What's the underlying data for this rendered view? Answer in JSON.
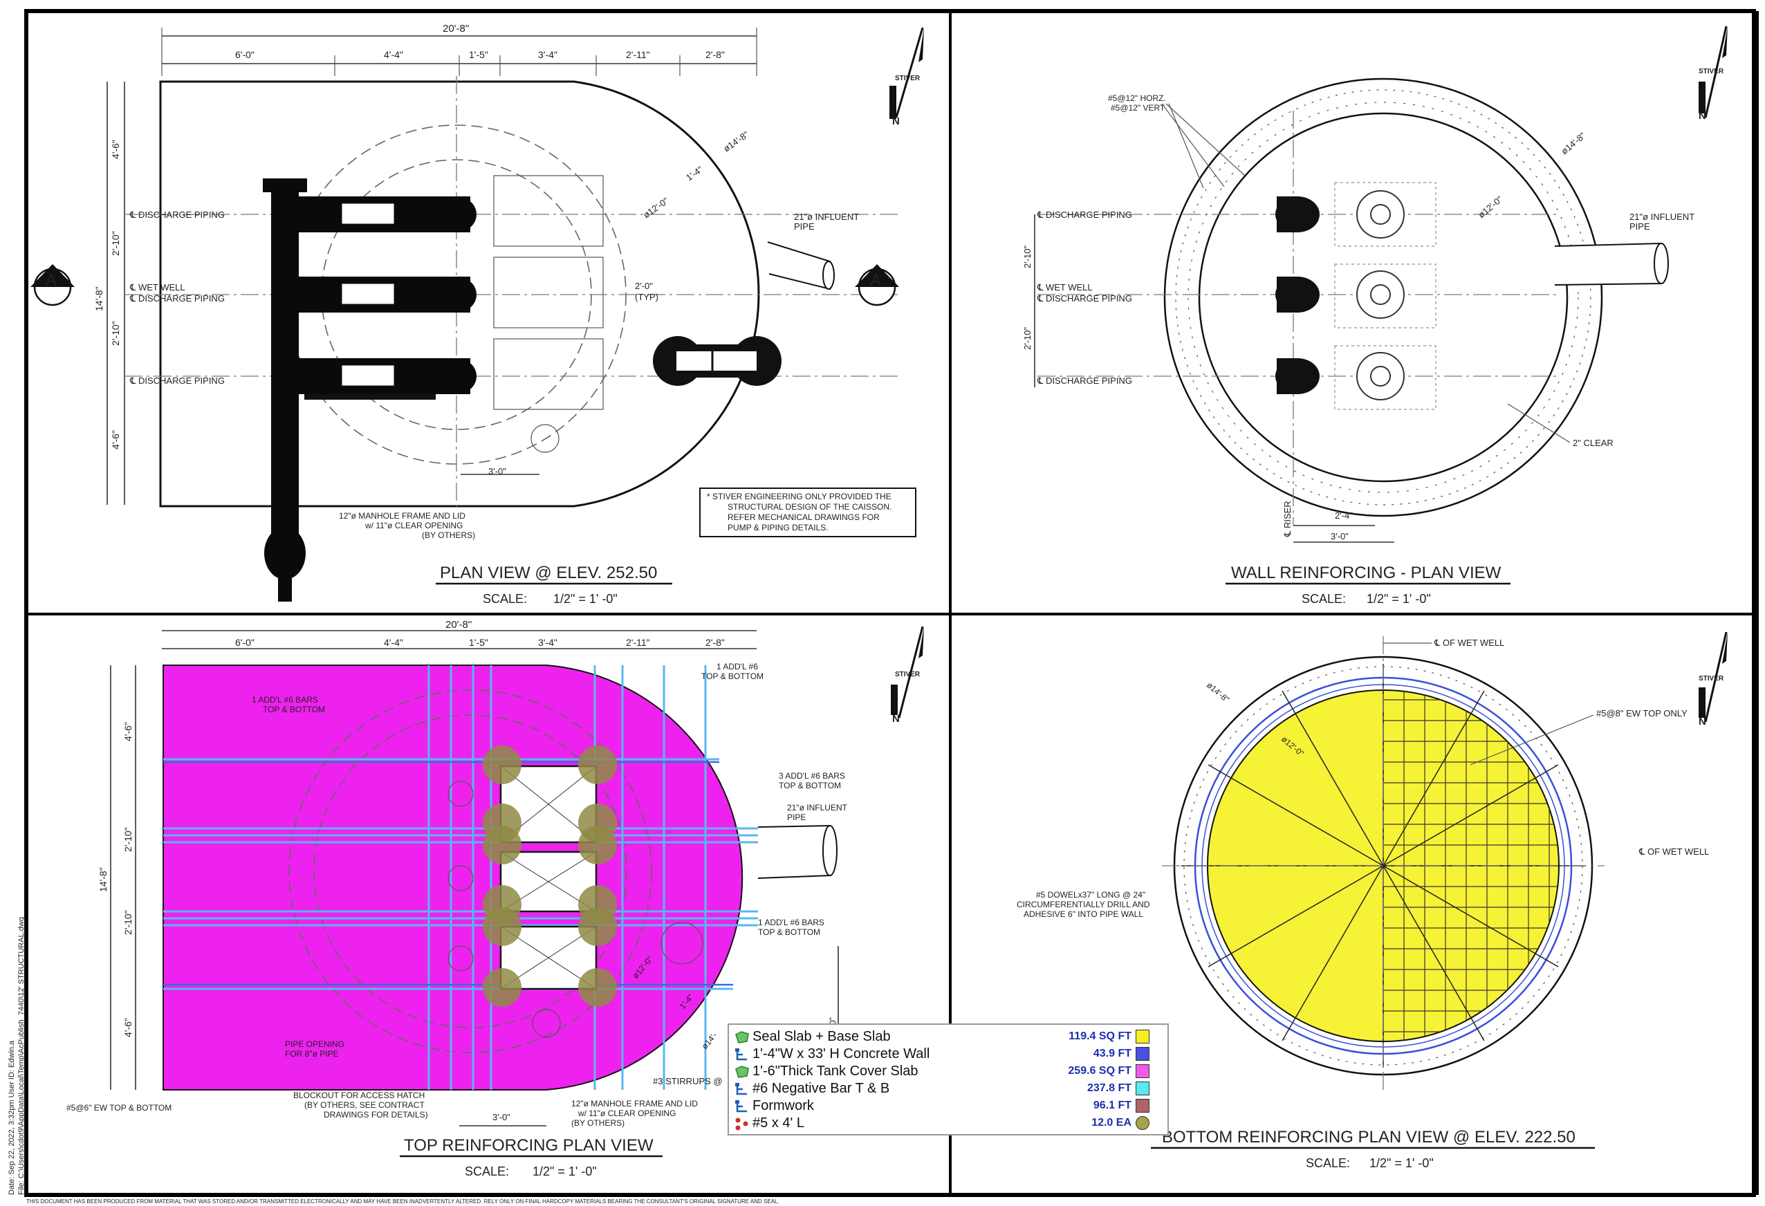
{
  "sheet": {
    "footer_left": "Date: Sep 22, 2022, 3:32pm  User ID: Edwin.a",
    "footer_file": "File: C:\\Users\\cdot9\\AppData\\Local\\Temp\\AcPublish_7440\\12' STRUCTURAL.dwg",
    "disclaimer": "THIS DOCUMENT HAS BEEN PRODUCED FROM MATERIAL THAT WAS STORED AND/OR TRANSMITTED ELECTRONICALLY AND MAY HAVE BEEN INADVERTENTLY ALTERED. RELY ONLY ON FINAL HARDCOPY MATERIALS BEARING THE CONSULTANT'S ORIGINAL SIGNATURE AND SEAL."
  },
  "north_arrow": {
    "brand": "STIVER",
    "letter": "N"
  },
  "section_marker": {
    "letter": "A"
  },
  "panels": {
    "plan_view": {
      "title": "PLAN VIEW @ ELEV. 252.50",
      "scale_label": "SCALE:",
      "scale_value": "1/2\" = 1' -0\"",
      "overall_dim": "20'-8\"",
      "top_dims": [
        "6'-0\"",
        "4'-4\"",
        "1'-5\"",
        "3'-4\"",
        "2'-11\"",
        "2'-8\""
      ],
      "left_dims": [
        "4'-6\"",
        "2'-10\"",
        "2'-10\"",
        "4'-6\""
      ],
      "left_overall": "14'-8\"",
      "labels": {
        "discharge_1": "℄ DISCHARGE PIPING",
        "wet_well": "℄ WET WELL",
        "discharge_2": "℄ DISCHARGE PIPING",
        "discharge_3": "℄ DISCHARGE PIPING",
        "dia_12": "ø12'-0\"",
        "dia_14": "ø14'-8\"",
        "r_14": "1'-4\"",
        "influent_1": "21\"ø INFLUENT",
        "influent_2": "PIPE",
        "typ_1": "2'-0\"",
        "typ_2": "(TYP)",
        "dim_3": "3'-0\"",
        "manhole_1": "12\"ø MANHOLE FRAME AND LID",
        "manhole_2": "w/ 11\"ø CLEAR OPENING",
        "manhole_3": "(BY OTHERS)"
      },
      "note": [
        "*  STIVER ENGINEERING ONLY PROVIDED THE",
        "STRUCTURAL DESIGN OF THE CAISSON.",
        "REFER MECHANICAL DRAWINGS FOR",
        "PUMP & PIPING DETAILS."
      ]
    },
    "wall_reinforcing": {
      "title": "WALL REINFORCING - PLAN VIEW",
      "scale_label": "SCALE:",
      "scale_value": "1/2\" = 1' -0\"",
      "labels": {
        "horz": "#5@12\" HORZ.",
        "vert": "#5@12\" VERT",
        "discharge_1": "℄ DISCHARGE PIPING",
        "wet_well": "℄ WET WELL",
        "discharge_2": "℄ DISCHARGE PIPING",
        "discharge_3": "℄ DISCHARGE PIPING",
        "dim_a": "2'-10\"",
        "dim_b": "2'-10\"",
        "dia_12": "ø12'-0\"",
        "dia_14": "ø14'-8\"",
        "influent_1": "21\"ø INFLUENT",
        "influent_2": "PIPE",
        "clear": "2\" CLEAR",
        "riser": "℄ RISER",
        "dim_24": "2'-4\"",
        "dim_30": "3'-0\""
      }
    },
    "top_reinforcing": {
      "title": "TOP REINFORCING PLAN VIEW",
      "scale_label": "SCALE:",
      "scale_value": "1/2\" = 1' -0\"",
      "overall_dim": "20'-8\"",
      "top_dims": [
        "6'-0\"",
        "4'-4\"",
        "1'-5\"",
        "3'-4\"",
        "2'-11\"",
        "2'-8\""
      ],
      "left_dims": [
        "4'-6\"",
        "2'-10\"",
        "2'-10\"",
        "4'-6\""
      ],
      "left_overall": "14'-8\"",
      "labels": {
        "addl_1a": "1 ADD'L #6 BARS",
        "addl_1b": "TOP & BOTTOM",
        "addl_2a": "1 ADD'L #6",
        "addl_2b": "TOP & BOTTOM",
        "addl_3a": "3 ADD'L #6 BARS",
        "addl_3b": "TOP & BOTTOM",
        "influent_1": "21\"ø INFLUENT",
        "influent_2": "PIPE",
        "addl_4a": "1 ADD'L #6 BARS",
        "addl_4b": "TOP & BOTTOM",
        "pipe_1": "PIPE OPENING",
        "pipe_2": "FOR 8\"ø PIPE",
        "ew": "#5@6\" EW TOP & BOTTOM",
        "blockout_1": "BLOCKOUT FOR ACCESS HATCH",
        "blockout_2": "(BY OTHERS, SEE CONTRACT",
        "blockout_3": "DRAWINGS FOR DETAILS)",
        "dim_3": "3'-0\"",
        "manhole_1": "12\"ø MANHOLE FRAME AND LID",
        "manhole_2": "w/ 11\"ø CLEAR OPENING",
        "manhole_3": "(BY OTHERS)",
        "stirrups": "#3 STIRRUPS @",
        "dia_12": "ø12'-0\"",
        "r_14": "1'-4\"",
        "dia_14": "ø14'-",
        "side_dim": "-0\""
      }
    },
    "bottom_reinforcing": {
      "title": "BOTTOM REINFORCING PLAN VIEW @ ELEV. 222.50",
      "scale_label": "SCALE:",
      "scale_value": "1/2\" = 1' -0\"",
      "labels": {
        "cl_top": "℄ OF WET WELL",
        "cl_right": "℄ OF WET WELL",
        "dia_14": "ø14'-8\"",
        "dia_12": "ø12'-0\"",
        "ew_top": "#5@8\" EW TOP ONLY",
        "dowel_1": "#5 DOWELx37\" LONG @ 24\"",
        "dowel_2": "CIRCUMFERENTIALLY DRILL AND",
        "dowel_3": "ADHESIVE 6\" INTO PIPE WALL"
      }
    }
  },
  "legend": {
    "items": [
      {
        "label": "Seal Slab + Base Slab",
        "qty": "119.4 SQ FT",
        "color": "#f4f01e",
        "icon": "area-icon",
        "shape": "square"
      },
      {
        "label": "1'-4\"W x 33' H Concrete Wall",
        "qty": "43.9 FT",
        "color": "#4a4fe0",
        "icon": "linear-icon",
        "shape": "square"
      },
      {
        "label": "1'-6\"Thick Tank Cover Slab",
        "qty": "259.6 SQ FT",
        "color": "#f05ce8",
        "icon": "area-icon",
        "shape": "square"
      },
      {
        "label": "#6 Negative Bar T & B",
        "qty": "237.8 FT",
        "color": "#5ce8f0",
        "icon": "linear-icon",
        "shape": "square"
      },
      {
        "label": "Formwork",
        "qty": "96.1 FT",
        "color": "#b0646a",
        "icon": "linear-icon",
        "shape": "square"
      },
      {
        "label": "#5 x 4' L",
        "qty": "12.0 EA",
        "color": "#a6a24a",
        "icon": "count-icon",
        "shape": "round"
      }
    ]
  },
  "colors": {
    "cover_slab": "#ee22ee",
    "rebar": "#57b8f0",
    "rebar_dark": "#3a6bd8",
    "count_marker": "#8f8a45",
    "base_slab": "#f4f012",
    "wall_ring": "#3a4fd8"
  }
}
